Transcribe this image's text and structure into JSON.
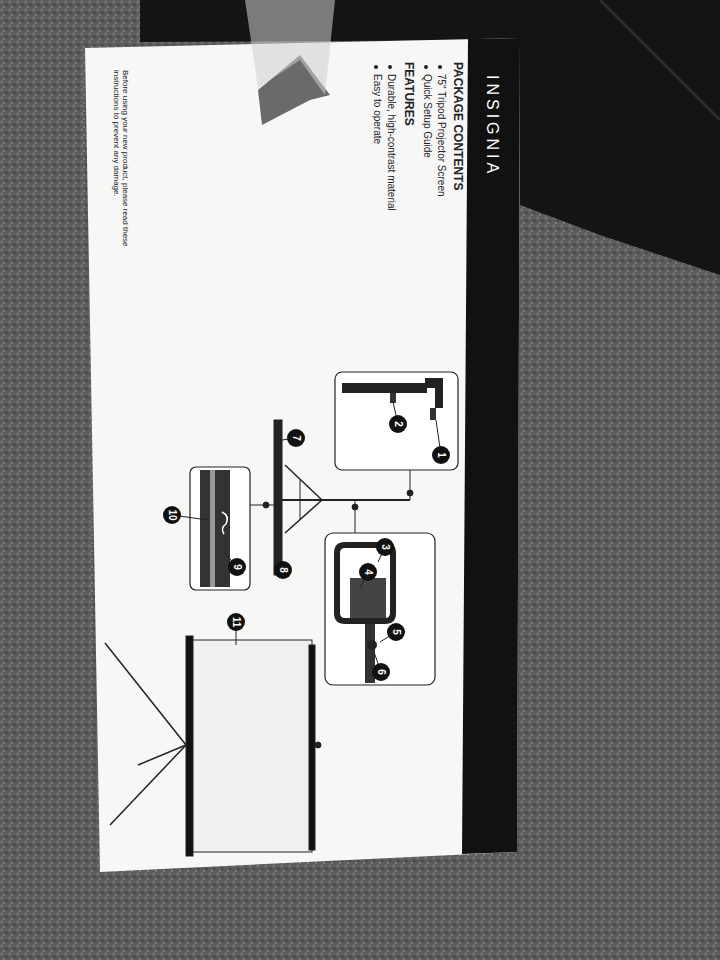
{
  "diagram": {
    "title": "INSIGNIA",
    "nodes": [
      {
        "text": [
          "1"
        ]
      },
      {
        "text": [
          "2"
        ]
      },
      {
        "text": [
          "3"
        ]
      },
      {
        "text": [
          "4"
        ]
      },
      {
        "text": [
          "5"
        ]
      },
      {
        "text": [
          "6"
        ]
      },
      {
        "text": [
          "7"
        ]
      },
      {
        "text": [
          "8"
        ]
      },
      {
        "text": [
          "9"
        ]
      },
      {
        "text": [
          "10"
        ]
      },
      {
        "text": [
          "11"
        ]
      }
    ],
    "labels": [
      "PACKAGE CONTENTS",
      "75\" Tripod Projector Screen",
      "Quick Setup Guide",
      "FEATURES",
      "Durable, high-contrast material",
      "Easy to operate",
      "Before using your new product, please read these instructions to prevent any damage."
    ]
  }
}
